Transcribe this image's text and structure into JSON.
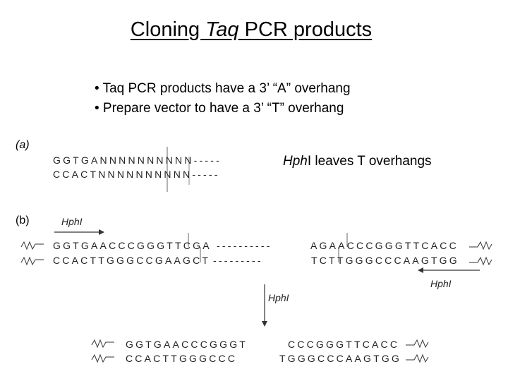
{
  "title": {
    "pre": "Cloning ",
    "italic": "Taq",
    "post": " PCR products"
  },
  "bullets": [
    "• Taq PCR products have a 3’ “A” overhang",
    "• Prepare vector to have a 3’ “T” overhang"
  ],
  "note": {
    "italic": "Hph",
    "rest": "I leaves T overhangs"
  },
  "panel_a": {
    "label": "(a)",
    "top": "GGTGANNNNNNNNNN-----",
    "bottom": "CCACTNNNNNNNNNN-----"
  },
  "panel_b": {
    "label": "(b)",
    "enzyme_left": "HphI",
    "enzyme_right": "HphI",
    "enzyme_middle": "HphI",
    "top_left": "GGTGAACCCGGGTTCGA",
    "top_dash": "----------",
    "top_right": "AGAACCCGGGTTCACC",
    "bot_left": "CCACTTGGGCCGAAGCT",
    "bot_dash": "---------",
    "bot_right": "TCTTGGGCCCAAGTGG",
    "prod1_top": "GGTGAACCCGGGT",
    "prod1_bot": "CCACTTGGGCCC",
    "prod2_top": "CCCGGGTTCACC",
    "prod2_bot": "TGGGCCCAAGTGG"
  }
}
